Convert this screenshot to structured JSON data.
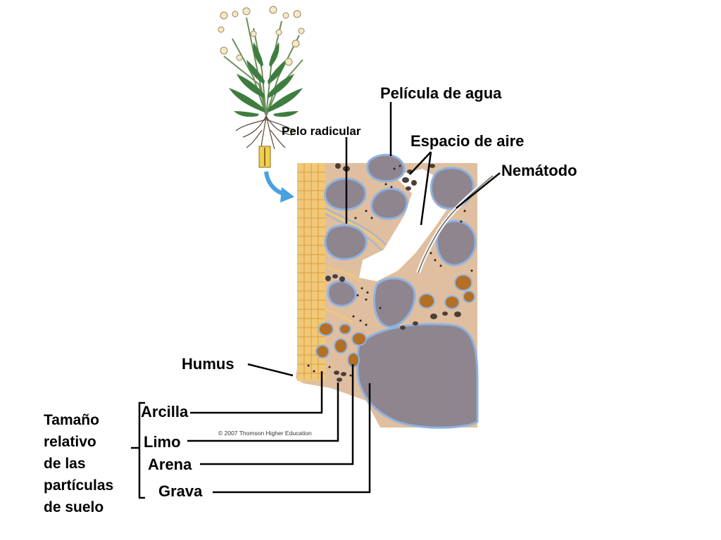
{
  "labels": {
    "pelicula_agua": "Película de agua",
    "pelo_radicular": "Pelo radicular",
    "espacio_aire": "Espacio de aire",
    "nematodo": "Nemátodo",
    "humus": "Humus",
    "arcilla": "Arcilla",
    "limo": "Limo",
    "arena": "Arena",
    "grava": "Grava"
  },
  "legend_group": {
    "lines": [
      "Tamaño",
      "relativo",
      "de las",
      "partículas",
      "de suelo"
    ]
  },
  "copyright": "© 2007 Thomson Higher Education",
  "colors": {
    "soil": "#dfbfa0",
    "rock": "#8f858f",
    "water_film": "#8fb3e0",
    "sand": "#b36f24",
    "root": "#f0c878",
    "arrow": "#4aa0e0",
    "plant": "#3c7a3c"
  }
}
